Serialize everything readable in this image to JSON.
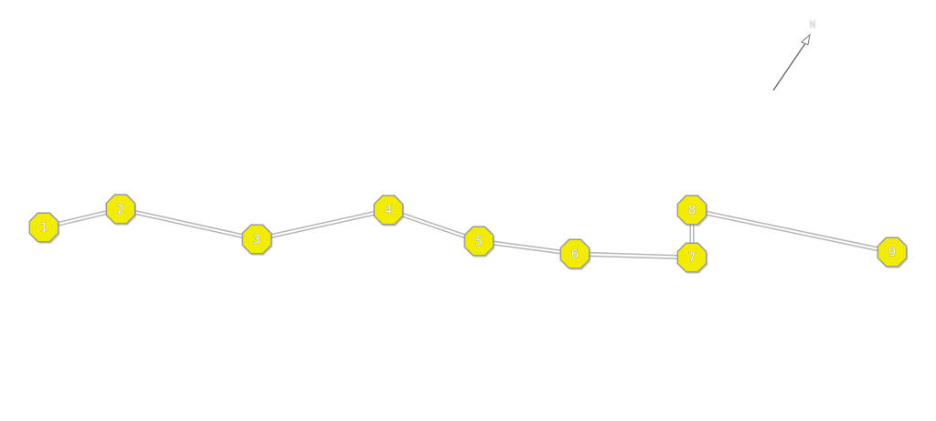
{
  "colors": {
    "node_fill": "#f2ec00",
    "node_stroke": "#9a9a9a",
    "edge": "#b5b5b5",
    "background": "#ffffff"
  },
  "compass": {
    "label": "N",
    "icon": "north-arrow-icon"
  },
  "nodes": [
    {
      "id": "1",
      "label": "1"
    },
    {
      "id": "2",
      "label": "2"
    },
    {
      "id": "3",
      "label": "3"
    },
    {
      "id": "4",
      "label": "4"
    },
    {
      "id": "5",
      "label": "5"
    },
    {
      "id": "6",
      "label": "6"
    },
    {
      "id": "7",
      "label": "7"
    },
    {
      "id": "8",
      "label": "8"
    },
    {
      "id": "9",
      "label": "9"
    }
  ],
  "edges": [
    {
      "from": "1",
      "to": "2"
    },
    {
      "from": "2",
      "to": "3"
    },
    {
      "from": "3",
      "to": "4"
    },
    {
      "from": "4",
      "to": "5"
    },
    {
      "from": "5",
      "to": "6"
    },
    {
      "from": "6",
      "to": "7"
    },
    {
      "from": "7",
      "to": "8"
    },
    {
      "from": "8",
      "to": "9"
    }
  ]
}
